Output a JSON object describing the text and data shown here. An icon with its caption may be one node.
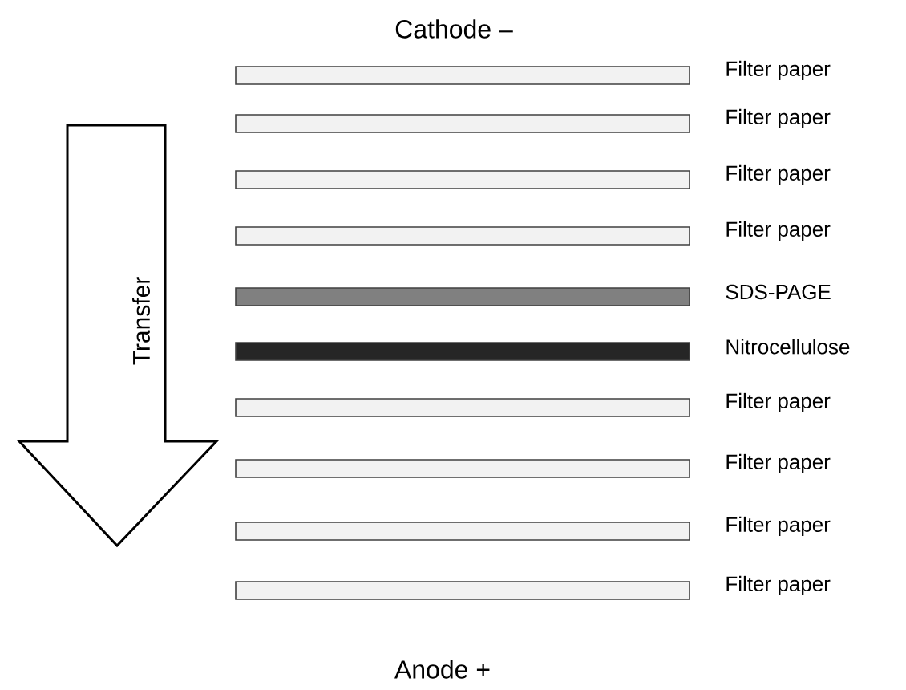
{
  "diagram": {
    "nodes": [
      {
        "text": [],
        "shape": "bar",
        "beside": [
          "Filter paper"
        ]
      },
      {
        "text": [],
        "shape": "bar",
        "beside": [
          "Filter paper"
        ]
      },
      {
        "text": [],
        "shape": "bar",
        "beside": [
          "Filter paper"
        ]
      },
      {
        "text": [],
        "shape": "bar",
        "beside": [
          "Filter paper"
        ]
      },
      {
        "text": [],
        "shape": "bar",
        "beside": [
          "SDS-PAGE"
        ]
      },
      {
        "text": [],
        "shape": "bar",
        "beside": [
          "Nitrocellulose"
        ]
      },
      {
        "text": [],
        "shape": "bar",
        "beside": [
          "Filter paper"
        ]
      },
      {
        "text": [],
        "shape": "bar",
        "beside": [
          "Filter paper"
        ]
      },
      {
        "text": [],
        "shape": "bar",
        "beside": [
          "Filter paper"
        ]
      },
      {
        "text": [],
        "shape": "bar",
        "beside": [
          "Filter paper"
        ]
      },
      {
        "text": [
          "Transfer"
        ]
      }
    ],
    "labels": [
      "Cathode –",
      "Anode +"
    ]
  }
}
